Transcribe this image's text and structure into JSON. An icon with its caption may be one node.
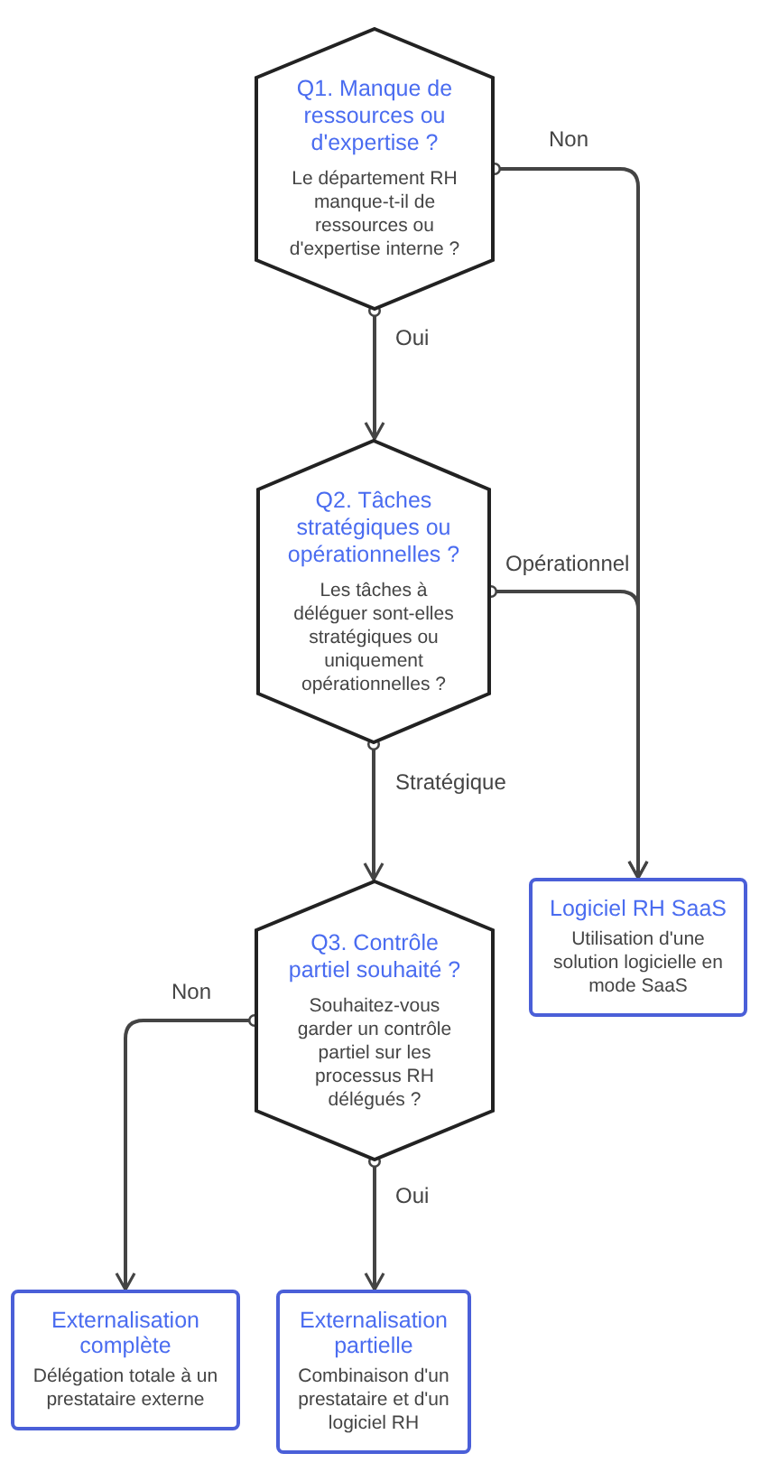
{
  "diagram": {
    "nodes": [
      {
        "text": [
          "Q1. Manque de ressources ou d'expertise ?",
          "Le département RH manque-t-il de ressources ou d'expertise interne ?"
        ]
      },
      {
        "text": [
          "Q2. Tâches stratégiques ou opérationnelles ?",
          "Les tâches à déléguer sont-elles stratégiques ou uniquement opérationnelles ?"
        ]
      },
      {
        "text": [
          "Logiciel RH SaaS",
          "Utilisation d'une solution logicielle en mode SaaS"
        ]
      },
      {
        "text": [
          "Q3. Contrôle partiel souhaité ?",
          "Souhaitez-vous garder un contrôle partiel sur les processus RH délégués ?"
        ]
      },
      {
        "text": [
          "Externalisation complète",
          "Délégation totale à un prestataire externe"
        ]
      },
      {
        "text": [
          "Externalisation partielle",
          "Combinaison d'un prestataire et d'un logiciel RH"
        ]
      }
    ],
    "edges": [
      {
        "from": 0,
        "to": 1,
        "arrow": "to",
        "label": "Oui"
      },
      {
        "from": 0,
        "to": 2,
        "arrow": "to",
        "label": "Non"
      },
      {
        "from": 1,
        "to": 2,
        "arrow": "to",
        "label": "Opérationnel"
      },
      {
        "from": 1,
        "to": 3,
        "arrow": "to",
        "label": "Stratégique"
      },
      {
        "from": 3,
        "to": 4,
        "arrow": "to",
        "label": "Non"
      },
      {
        "from": 3,
        "to": 5,
        "arrow": "to",
        "label": "Oui"
      }
    ]
  }
}
